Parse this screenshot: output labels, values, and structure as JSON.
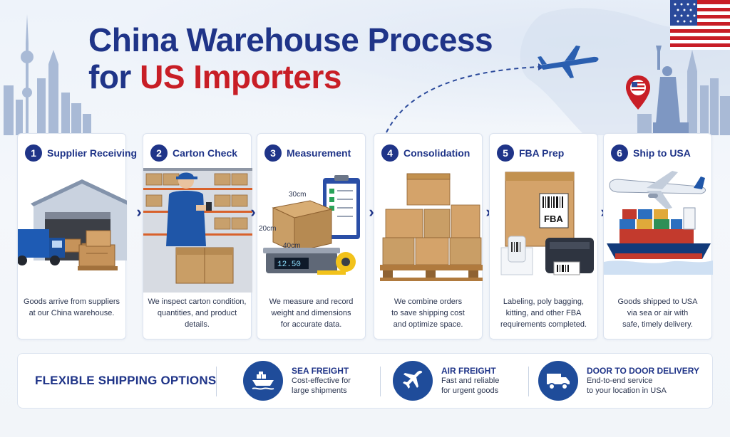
{
  "header": {
    "title_line1": "China Warehouse Process",
    "title_line2_prefix": "for ",
    "title_line2_accent": "US Importers"
  },
  "colors": {
    "primary": "#1f3488",
    "accent": "#c81e26",
    "icon_bg": "#1f4c9a",
    "card_border": "#dbe3ef"
  },
  "steps": [
    {
      "num": "1",
      "title": "Supplier Receiving",
      "desc1": "Goods arrive from suppliers",
      "desc2": "at our China warehouse.",
      "desc3": "",
      "icon": "warehouse-truck-illustration"
    },
    {
      "num": "2",
      "title": "Carton Check",
      "desc1": "We inspect carton condition,",
      "desc2": "quantities, and product details.",
      "desc3": "",
      "icon": "worker-scanning-illustration"
    },
    {
      "num": "3",
      "title": "Measurement",
      "desc1": "We measure and record",
      "desc2": "weight and dimensions",
      "desc3": "for accurate data.",
      "icon": "scale-measure-illustration",
      "dim_w": "30cm",
      "dim_h": "20cm",
      "dim_d": "40cm",
      "scale_reading": "12.50"
    },
    {
      "num": "4",
      "title": "Consolidation",
      "desc1": "We combine orders",
      "desc2": "to save shipping cost",
      "desc3": "and optimize space.",
      "icon": "pallet-boxes-illustration"
    },
    {
      "num": "5",
      "title": "FBA Prep",
      "desc1": "Labeling, poly bagging,",
      "desc2": "kitting, and other FBA",
      "desc3": "requirements completed.",
      "icon": "label-printer-illustration",
      "label_text": "FBA"
    },
    {
      "num": "6",
      "title": "Ship to USA",
      "desc1": "Goods shipped to USA",
      "desc2": "via sea or air with",
      "desc3": "safe, timely delivery.",
      "icon": "plane-ship-illustration"
    }
  ],
  "shipping": {
    "title": "FLEXIBLE SHIPPING OPTIONS",
    "options": [
      {
        "title": "SEA FREIGHT",
        "desc1": "Cost-effective for",
        "desc2": "large shipments",
        "icon": "ship-icon"
      },
      {
        "title": "AIR FREIGHT",
        "desc1": "Fast and reliable",
        "desc2": "for urgent goods",
        "icon": "airplane-icon"
      },
      {
        "title": "DOOR TO DOOR DELIVERY",
        "desc1": "End-to-end service",
        "desc2": "to your location in USA",
        "icon": "truck-icon"
      }
    ]
  }
}
